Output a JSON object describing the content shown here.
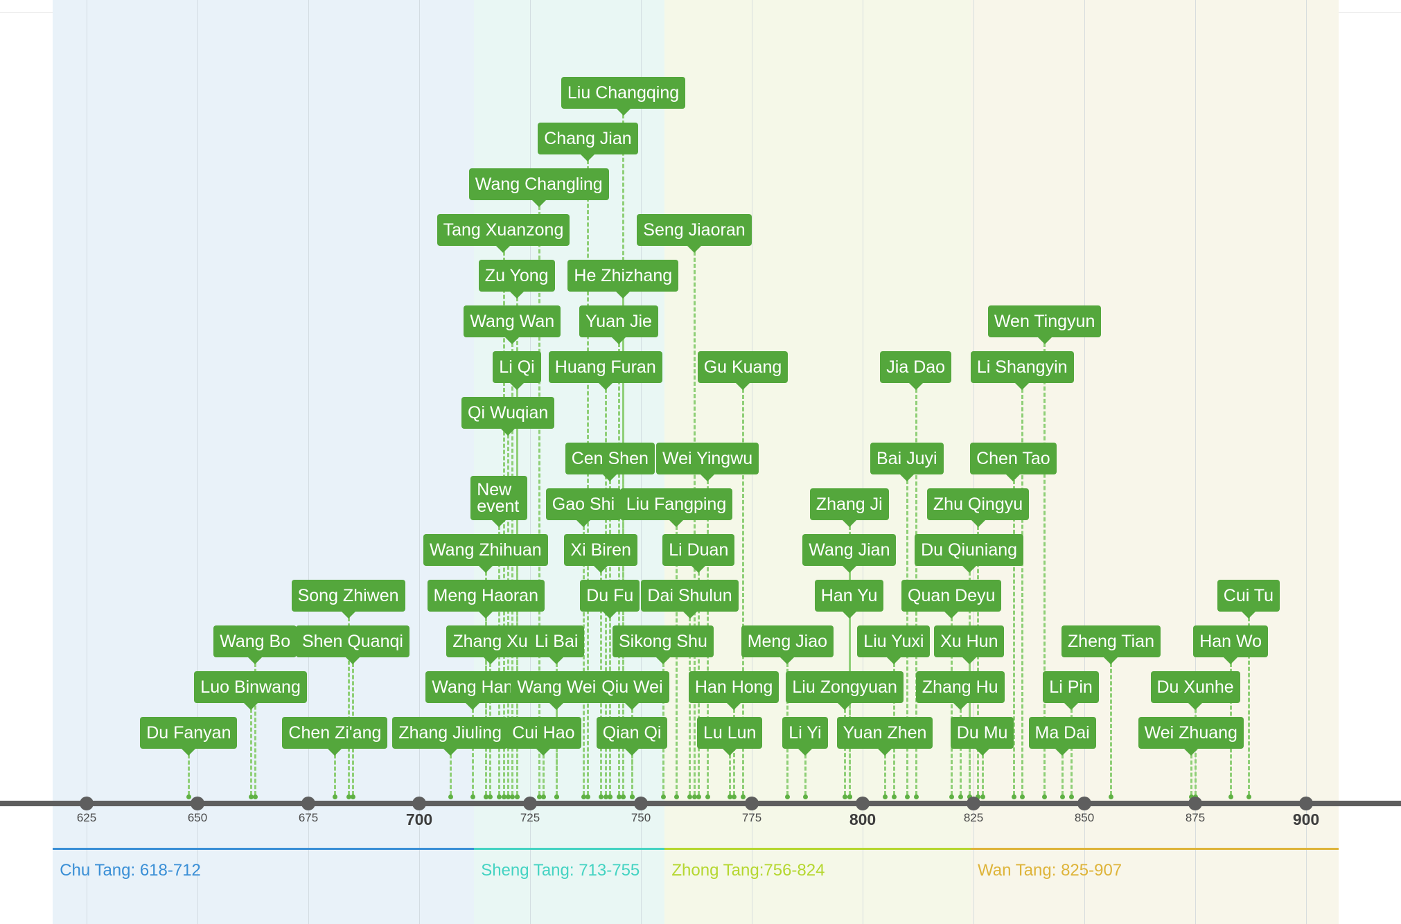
{
  "chart_data": {
    "type": "timeline",
    "title": "",
    "x_range": [
      611,
      920
    ],
    "ticks": [
      {
        "value": 625,
        "label": "625",
        "major": false
      },
      {
        "value": 650,
        "label": "650",
        "major": false
      },
      {
        "value": 675,
        "label": "675",
        "major": false
      },
      {
        "value": 700,
        "label": "700",
        "major": true
      },
      {
        "value": 725,
        "label": "725",
        "major": false
      },
      {
        "value": 750,
        "label": "750",
        "major": false
      },
      {
        "value": 775,
        "label": "775",
        "major": false
      },
      {
        "value": 800,
        "label": "800",
        "major": true
      },
      {
        "value": 825,
        "label": "825",
        "major": false
      },
      {
        "value": 850,
        "label": "850",
        "major": false
      },
      {
        "value": 875,
        "label": "875",
        "major": false
      },
      {
        "value": 900,
        "label": "900",
        "major": true
      }
    ],
    "periods": [
      {
        "label": "Chu Tang: 618-712",
        "start": 618,
        "end": 713,
        "color": "#3a8fd6",
        "bg": "#e9f2f9"
      },
      {
        "label": "Sheng Tang: 713-755",
        "start": 713,
        "end": 756,
        "color": "#44d3c2",
        "bg": "#e9f7f4"
      },
      {
        "label": "Zhong Tang:756-824",
        "start": 756,
        "end": 825,
        "color": "#b5d730",
        "bg": "#f5f8e8"
      },
      {
        "label": "Wan Tang: 825-907",
        "start": 825,
        "end": 908,
        "color": "#deb43a",
        "bg": "#f8f6ea"
      }
    ],
    "events": [
      {
        "label": "Du Fanyan",
        "year": 648,
        "level": 0
      },
      {
        "label": "Chen Zi'ang",
        "year": 681,
        "level": 0
      },
      {
        "label": "Zhang Jiuling",
        "year": 707,
        "level": 0
      },
      {
        "label": "Cui Hao",
        "year": 728,
        "level": 0
      },
      {
        "label": "Qian Qi",
        "year": 748,
        "level": 0
      },
      {
        "label": "Lu Lun",
        "year": 770,
        "level": 0
      },
      {
        "label": "Li Yi",
        "year": 787,
        "level": 0
      },
      {
        "label": "Yuan Zhen",
        "year": 805,
        "level": 0
      },
      {
        "label": "Du Mu",
        "year": 827,
        "level": 0
      },
      {
        "label": "Ma Dai",
        "year": 845,
        "level": 0
      },
      {
        "label": "Wei Zhuang",
        "year": 874,
        "level": 0
      },
      {
        "label": "Luo Binwang",
        "year": 662,
        "level": 1
      },
      {
        "label": "Wang Han",
        "year": 712,
        "level": 1
      },
      {
        "label": "Wang Wei",
        "year": 731,
        "level": 1
      },
      {
        "label": "Qiu Wei",
        "year": 748,
        "level": 1
      },
      {
        "label": "Han Hong",
        "year": 771,
        "level": 1
      },
      {
        "label": "Liu Zongyuan",
        "year": 796,
        "level": 1
      },
      {
        "label": "Zhang Hu",
        "year": 822,
        "level": 1
      },
      {
        "label": "Li Pin",
        "year": 847,
        "level": 1
      },
      {
        "label": "Du Xunhe",
        "year": 875,
        "level": 1
      },
      {
        "label": "Wang Bo",
        "year": 663,
        "level": 2
      },
      {
        "label": "Shen Quanqi",
        "year": 685,
        "level": 2
      },
      {
        "label": "Zhang Xu",
        "year": 716,
        "level": 2
      },
      {
        "label": "Li Bai",
        "year": 731,
        "level": 2
      },
      {
        "label": "Sikong Shu",
        "year": 755,
        "level": 2
      },
      {
        "label": "Meng Jiao",
        "year": 783,
        "level": 2
      },
      {
        "label": "Liu Yuxi",
        "year": 807,
        "level": 2
      },
      {
        "label": "Xu Hun",
        "year": 824,
        "level": 2
      },
      {
        "label": "Zheng Tian",
        "year": 856,
        "level": 2
      },
      {
        "label": "Han Wo",
        "year": 883,
        "level": 2
      },
      {
        "label": "Song Zhiwen",
        "year": 684,
        "level": 3
      },
      {
        "label": "Meng Haoran",
        "year": 715,
        "level": 3
      },
      {
        "label": "Du Fu",
        "year": 743,
        "level": 3
      },
      {
        "label": "Dai Shulun",
        "year": 761,
        "level": 3
      },
      {
        "label": "Han Yu",
        "year": 797,
        "level": 3
      },
      {
        "label": "Quan Deyu",
        "year": 820,
        "level": 3
      },
      {
        "label": "Cui Tu",
        "year": 887,
        "level": 3
      },
      {
        "label": "Wang Zhihuan",
        "year": 715,
        "level": 4
      },
      {
        "label": "Xi Biren",
        "year": 741,
        "level": 4
      },
      {
        "label": "Li Duan",
        "year": 763,
        "level": 4
      },
      {
        "label": "Wang Jian",
        "year": 797,
        "level": 4
      },
      {
        "label": "Du Qiuniang",
        "year": 824,
        "level": 4
      },
      {
        "label": "New event",
        "year": 718,
        "level": 5
      },
      {
        "label": "Gao Shi",
        "year": 737,
        "level": 5
      },
      {
        "label": "Liu Fangping",
        "year": 758,
        "level": 5
      },
      {
        "label": "Zhang Ji",
        "year": 797,
        "level": 5
      },
      {
        "label": "Zhu Qingyu",
        "year": 826,
        "level": 5
      },
      {
        "label": "Cen Shen",
        "year": 743,
        "level": 6
      },
      {
        "label": "Wei Yingwu",
        "year": 765,
        "level": 6
      },
      {
        "label": "Bai Juyi",
        "year": 810,
        "level": 6
      },
      {
        "label": "Chen Tao",
        "year": 834,
        "level": 6
      },
      {
        "label": "Qi Wuqian",
        "year": 720,
        "level": 7
      },
      {
        "label": "Gu Kuang",
        "year": 773,
        "level": 8
      },
      {
        "label": "Jia Dao",
        "year": 812,
        "level": 8
      },
      {
        "label": "Li Shangyin",
        "year": 836,
        "level": 8
      },
      {
        "label": "Li Qi",
        "year": 722,
        "level": 8
      },
      {
        "label": "Huang Furan",
        "year": 742,
        "level": 8
      },
      {
        "label": "Wen Tingyun",
        "year": 841,
        "level": 9
      },
      {
        "label": "Wang Wan",
        "year": 721,
        "level": 9
      },
      {
        "label": "Yuan Jie",
        "year": 745,
        "level": 9
      },
      {
        "label": "Zu Yong",
        "year": 722,
        "level": 10
      },
      {
        "label": "He Zhizhang",
        "year": 746,
        "level": 10
      },
      {
        "label": "Tang Xuanzong",
        "year": 719,
        "level": 11
      },
      {
        "label": "Seng Jiaoran",
        "year": 762,
        "level": 11
      },
      {
        "label": "Wang Changling",
        "year": 727,
        "level": 12
      },
      {
        "label": "Chang Jian",
        "year": 738,
        "level": 13
      },
      {
        "label": "Liu Changqing",
        "year": 746,
        "level": 14
      }
    ]
  }
}
